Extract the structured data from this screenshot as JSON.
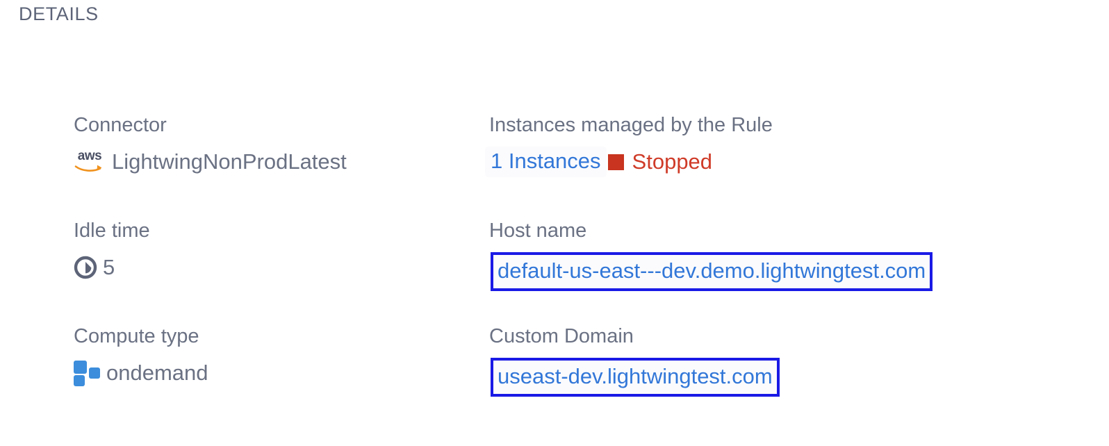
{
  "section": {
    "title": "DETAILS"
  },
  "fields": {
    "connector": {
      "label": "Connector",
      "value": "LightwingNonProdLatest",
      "icon": "aws-logo-icon",
      "aws_wordmark": "aws"
    },
    "instances": {
      "label": "Instances managed by the Rule",
      "count_link": "1 Instances",
      "status": "Stopped",
      "status_icon": "stopped-square-icon"
    },
    "idle_time": {
      "label": "Idle time",
      "value": "5",
      "icon": "clock-icon"
    },
    "host_name": {
      "label": "Host name",
      "value": "default-us-east---dev.demo.lightwingtest.com"
    },
    "compute_type": {
      "label": "Compute type",
      "value": "ondemand",
      "icon": "compute-squares-icon"
    },
    "custom_domain": {
      "label": "Custom Domain",
      "value": "useast-dev.lightwingtest.com"
    }
  },
  "colors": {
    "label_text": "#6a7183",
    "link_blue": "#3277d8",
    "highlight_border": "#1a1ae6",
    "status_red": "#cf3b28",
    "status_square_red": "#c8341f",
    "compute_blue": "#3c8ddc",
    "aws_orange": "#f0921e",
    "page_background": "#ffffff"
  }
}
